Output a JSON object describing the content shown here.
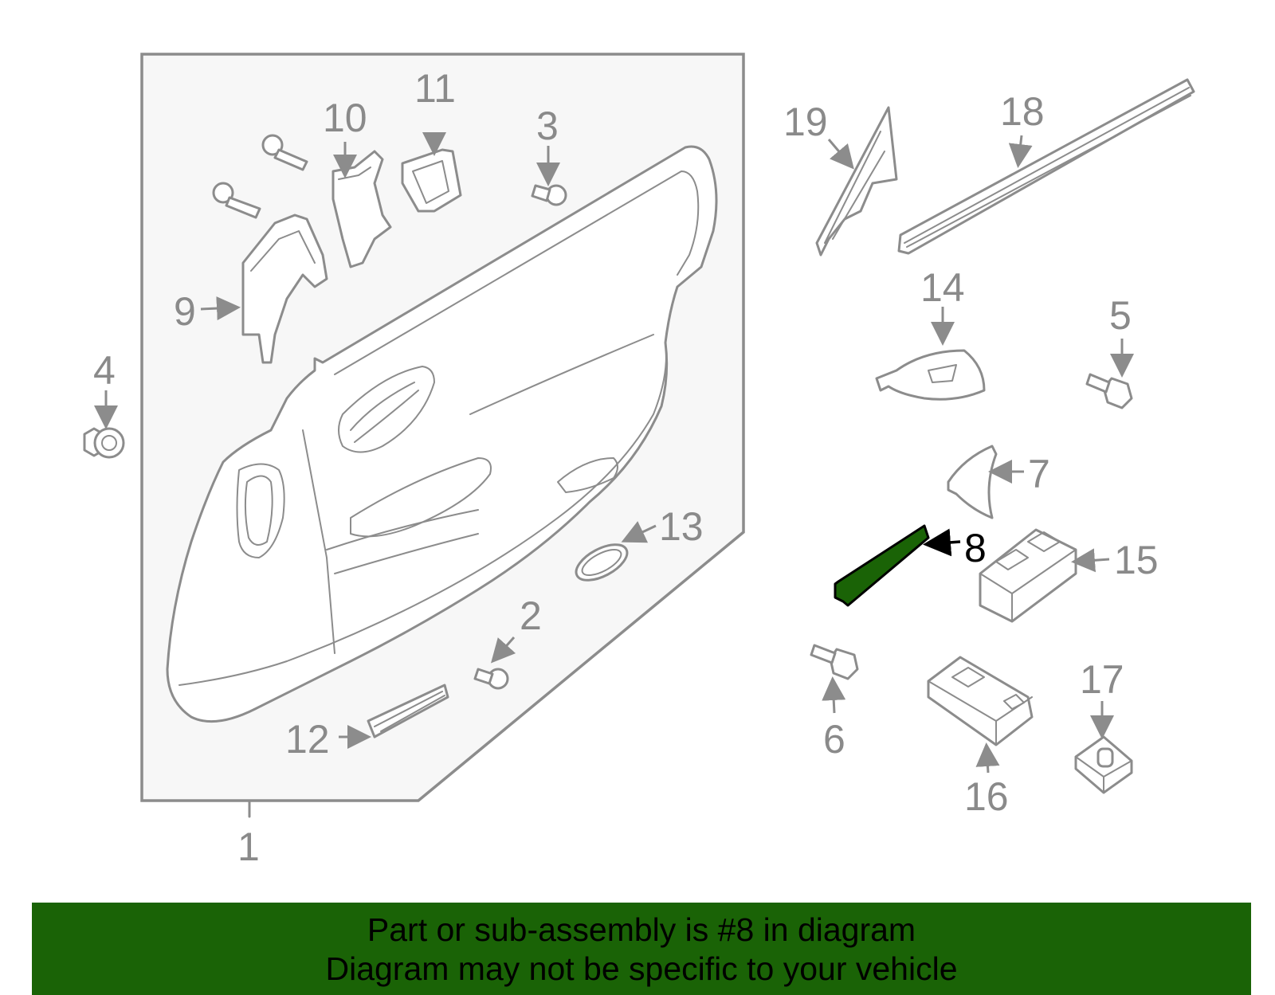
{
  "callouts": {
    "n1": "1",
    "n2": "2",
    "n3": "3",
    "n4": "4",
    "n5": "5",
    "n6": "6",
    "n7": "7",
    "n8": "8",
    "n9": "9",
    "n10": "10",
    "n11": "11",
    "n12": "12",
    "n13": "13",
    "n14": "14",
    "n15": "15",
    "n16": "16",
    "n17": "17",
    "n18": "18",
    "n19": "19"
  },
  "highlight": {
    "part": "8",
    "color": "#1a6306"
  },
  "banner": {
    "line1": "Part or sub-assembly is #8 in diagram",
    "line2": "Diagram may not be specific to your vehicle",
    "color": "#1a6306"
  }
}
